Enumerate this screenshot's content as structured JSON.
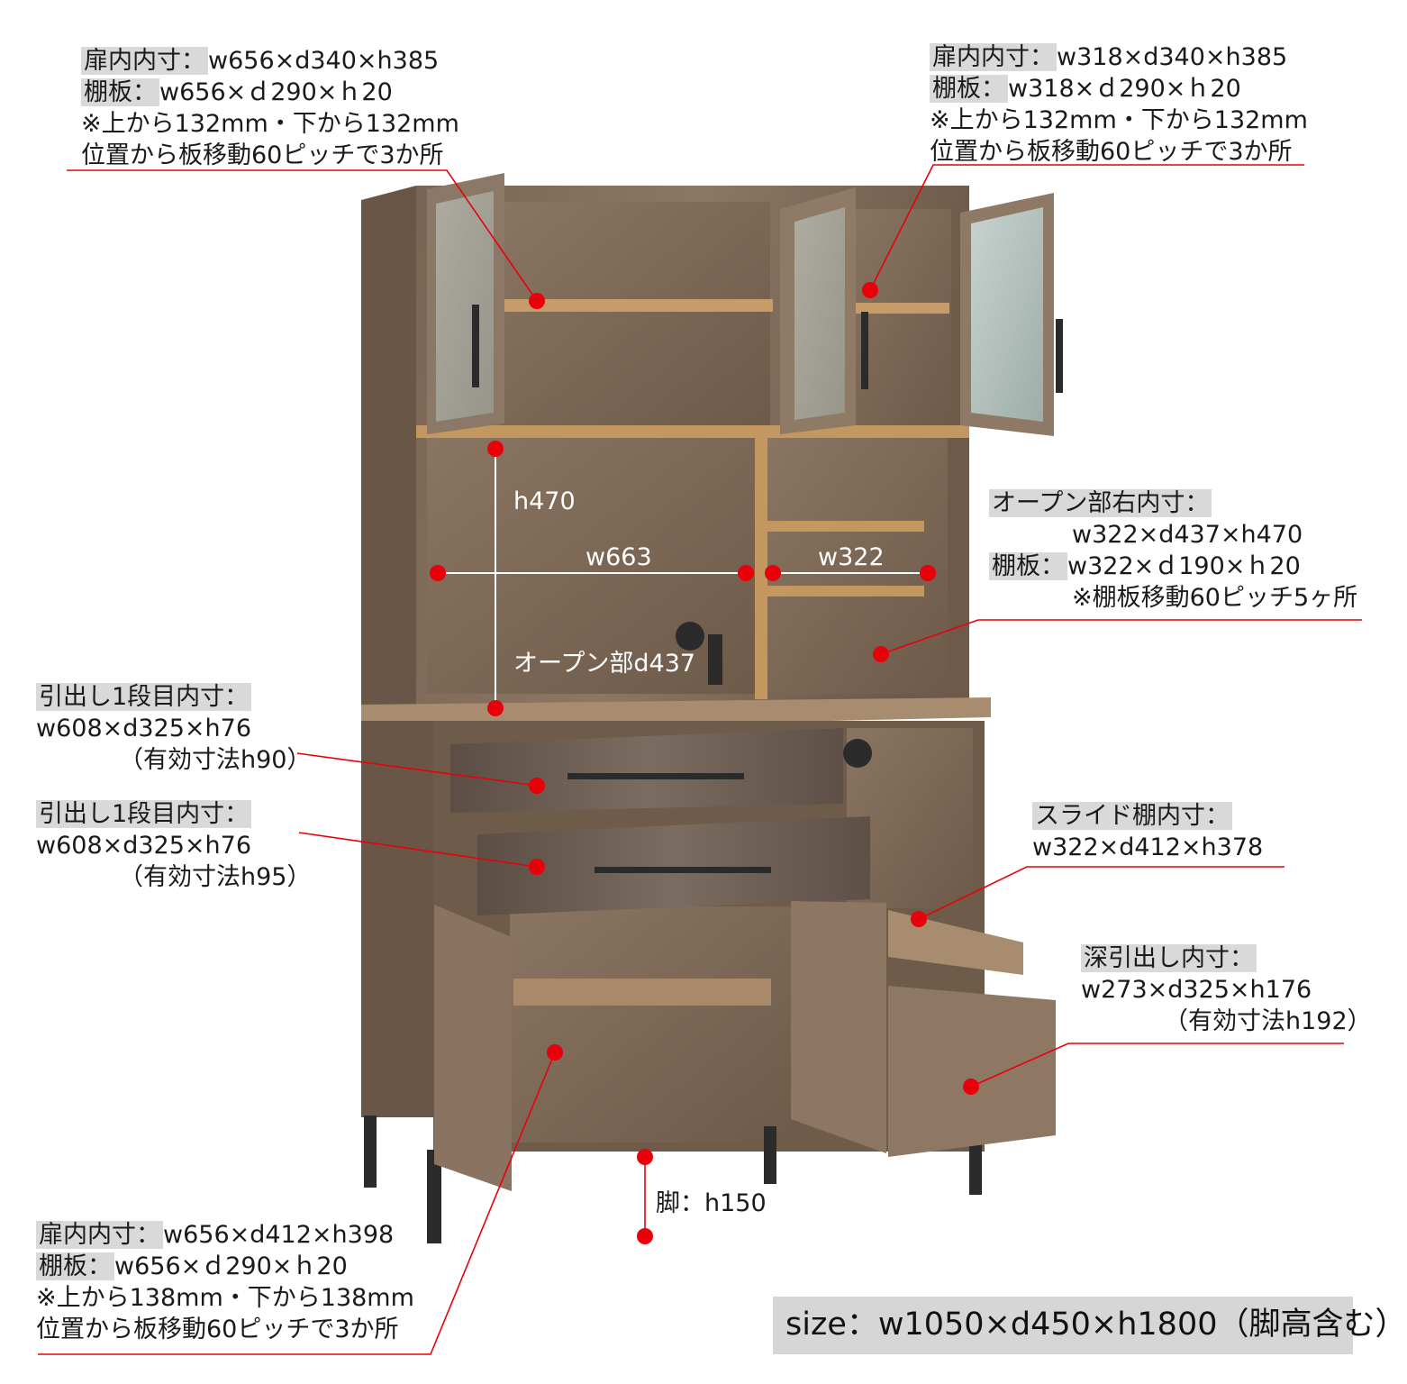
{
  "callouts": {
    "upper_left": {
      "line1_label": "扉内内寸：",
      "line1_value": "w656×d340×h385",
      "line2_label": "棚板：",
      "line2_value": "w656×ｄ290×ｈ20",
      "line3": "※上から132mm・下から132mm",
      "line4": "位置から板移動60ピッチで3か所"
    },
    "upper_right": {
      "line1_label": "扉内内寸：",
      "line1_value": "w318×d340×h385",
      "line2_label": "棚板：",
      "line2_value": "w318×ｄ290×ｈ20",
      "line3": "※上から132mm・下から132mm",
      "line4": "位置から板移動60ピッチで3か所"
    },
    "open_right": {
      "line1_label": "オープン部右内寸：",
      "line2": "w322×d437×h470",
      "line3_label": "棚板：",
      "line3_value": "w322×ｄ190×ｈ20",
      "line4": "※棚板移動60ピッチ5ヶ所"
    },
    "drawer1": {
      "label": "引出し1段目内寸：",
      "dims": "w608×d325×h76",
      "effective": "（有効寸法h90）"
    },
    "drawer2": {
      "label": "引出し1段目内寸：",
      "dims": "w608×d325×h76",
      "effective": "（有効寸法h95）"
    },
    "slide_shelf": {
      "label": "スライド棚内寸：",
      "dims": "w322×d412×h378"
    },
    "deep_drawer": {
      "label": "深引出し内寸：",
      "dims": "w273×d325×h176",
      "effective": "（有効寸法h192）"
    },
    "lower_cabinet": {
      "line1_label": "扉内内寸：",
      "line1_value": "w656×d412×h398",
      "line2_label": "棚板：",
      "line2_value": "w656×ｄ290×ｈ20",
      "line3": "※上から138mm・下から138mm",
      "line4": "位置から板移動60ピッチで3か所"
    }
  },
  "dimension_labels": {
    "open_height": "h470",
    "open_width_left": "w663",
    "open_width_right": "w322",
    "open_depth": "オープン部d437",
    "leg": "脚：h150"
  },
  "size": "size：w1050×d450×h1800（脚高含む）",
  "colors": {
    "marker": "#e8000b",
    "leader_line": "#e8000b",
    "label_highlight": "#d9d9d9",
    "wood_dark": "#6b5646",
    "wood_mid": "#8a7563",
    "wood_light": "#a58c72",
    "edge_oak": "#c79a60",
    "metal": "#2b2b2b",
    "glass": "#b9c6c0"
  }
}
